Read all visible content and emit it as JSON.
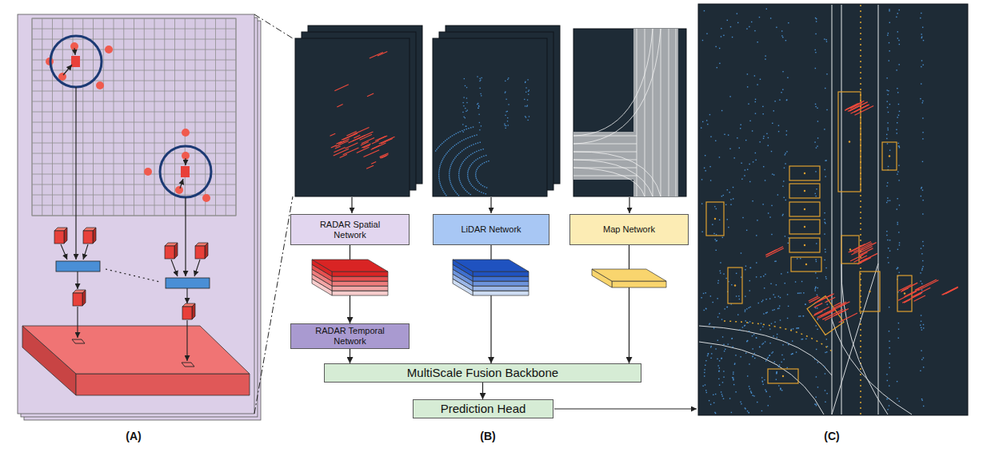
{
  "diagram": {
    "nodes": [
      {
        "text": [
          "RADAR Spatial Network"
        ]
      },
      {
        "text": [
          "LiDAR Network"
        ]
      },
      {
        "text": [
          "Map Network"
        ]
      },
      {
        "text": [
          "RADAR Temporal Network"
        ]
      },
      {
        "text": [
          "MultiScale Fusion Backbone"
        ]
      },
      {
        "text": [
          "Prediction Head"
        ]
      }
    ],
    "edges": [
      {
        "from": 0,
        "to": 3,
        "arrow": "to"
      },
      {
        "from": 1,
        "to": 4,
        "arrow": "to"
      },
      {
        "from": 2,
        "to": 4,
        "arrow": "to"
      },
      {
        "from": 3,
        "to": 4,
        "arrow": "to"
      },
      {
        "from": 4,
        "to": 5,
        "arrow": "to"
      }
    ],
    "labels": [
      "(A)",
      "(B)",
      "(C)"
    ]
  }
}
